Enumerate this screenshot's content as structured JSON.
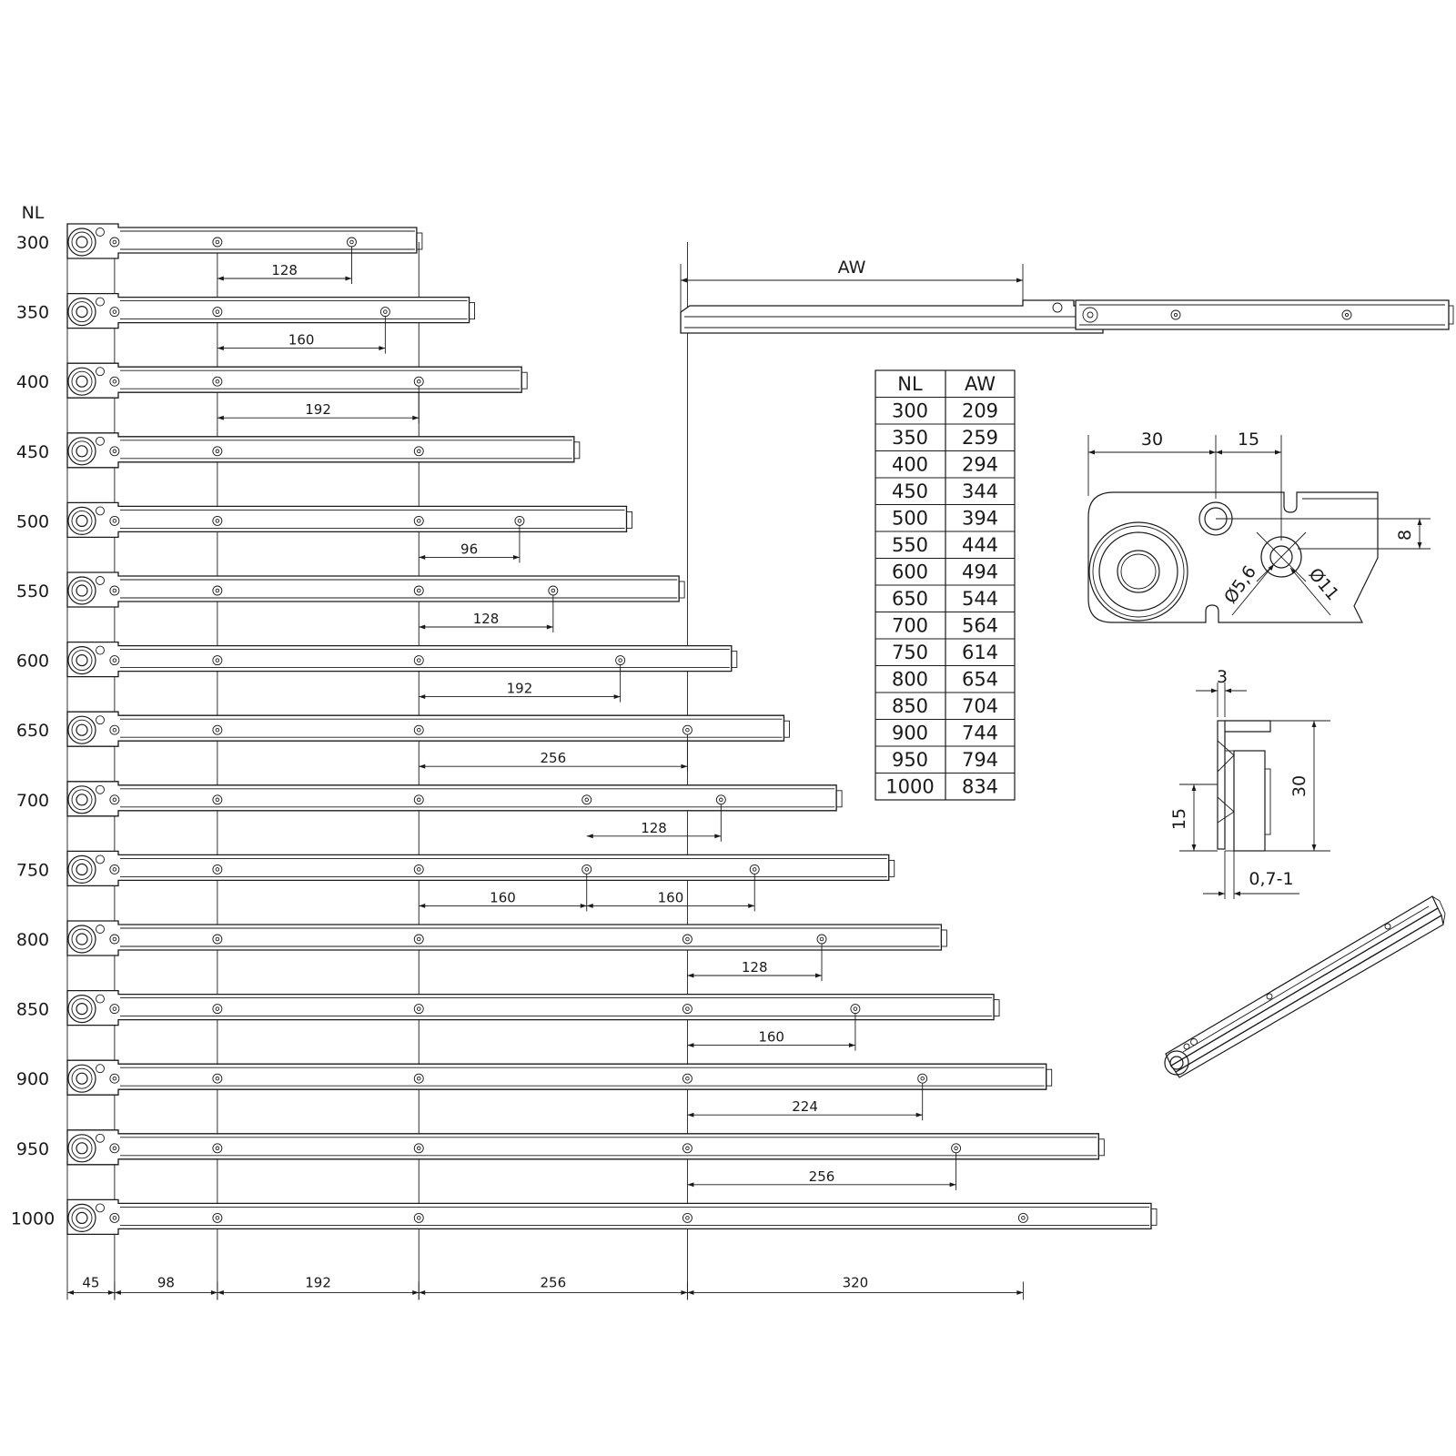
{
  "header": {
    "nl_label": "NL"
  },
  "rails": [
    {
      "nl": "300",
      "holes": [
        45,
        143,
        271
      ],
      "gaps": [
        {
          "from": 143,
          "to": 271,
          "label": "128"
        }
      ]
    },
    {
      "nl": "350",
      "holes": [
        45,
        143,
        303
      ],
      "gaps": [
        {
          "from": 143,
          "to": 303,
          "label": "160"
        }
      ]
    },
    {
      "nl": "400",
      "holes": [
        45,
        143,
        335
      ],
      "gaps": [
        {
          "from": 143,
          "to": 335,
          "label": "192"
        }
      ]
    },
    {
      "nl": "450",
      "holes": [
        45,
        143,
        335
      ],
      "gaps": []
    },
    {
      "nl": "500",
      "holes": [
        45,
        143,
        335,
        431
      ],
      "gaps": [
        {
          "from": 335,
          "to": 431,
          "label": "96"
        }
      ]
    },
    {
      "nl": "550",
      "holes": [
        45,
        143,
        335,
        463
      ],
      "gaps": [
        {
          "from": 335,
          "to": 463,
          "label": "128"
        }
      ]
    },
    {
      "nl": "600",
      "holes": [
        45,
        143,
        335,
        527
      ],
      "gaps": [
        {
          "from": 335,
          "to": 527,
          "label": "192"
        }
      ]
    },
    {
      "nl": "650",
      "holes": [
        45,
        143,
        335,
        591
      ],
      "gaps": [
        {
          "from": 335,
          "to": 591,
          "label": "256"
        }
      ]
    },
    {
      "nl": "700",
      "holes": [
        45,
        143,
        335,
        495,
        623
      ],
      "gaps": [
        {
          "from": 495,
          "to": 623,
          "label": "128"
        }
      ]
    },
    {
      "nl": "750",
      "holes": [
        45,
        143,
        335,
        495,
        655
      ],
      "gaps": [
        {
          "from": 335,
          "to": 495,
          "label": "160"
        },
        {
          "from": 495,
          "to": 655,
          "label": "160"
        }
      ]
    },
    {
      "nl": "800",
      "holes": [
        45,
        143,
        335,
        591,
        719
      ],
      "gaps": [
        {
          "from": 591,
          "to": 719,
          "label": "128"
        }
      ]
    },
    {
      "nl": "850",
      "holes": [
        45,
        143,
        335,
        591,
        751
      ],
      "gaps": [
        {
          "from": 591,
          "to": 751,
          "label": "160"
        }
      ]
    },
    {
      "nl": "900",
      "holes": [
        45,
        143,
        335,
        591,
        815
      ],
      "gaps": [
        {
          "from": 591,
          "to": 815,
          "label": "224"
        }
      ]
    },
    {
      "nl": "950",
      "holes": [
        45,
        143,
        335,
        591,
        847
      ],
      "gaps": [
        {
          "from": 591,
          "to": 847,
          "label": "256"
        }
      ]
    },
    {
      "nl": "1000",
      "holes": [
        45,
        143,
        335,
        591,
        911
      ],
      "gaps": []
    }
  ],
  "bottom_dims": [
    {
      "from": 0,
      "to": 45,
      "label": "45"
    },
    {
      "from": 45,
      "to": 143,
      "label": "98"
    },
    {
      "from": 143,
      "to": 335,
      "label": "192"
    },
    {
      "from": 335,
      "to": 591,
      "label": "256"
    },
    {
      "from": 591,
      "to": 911,
      "label": "320"
    }
  ],
  "aw_view": {
    "label": "AW"
  },
  "table": {
    "headers": [
      "NL",
      "AW"
    ],
    "rows": [
      [
        "300",
        "209"
      ],
      [
        "350",
        "259"
      ],
      [
        "400",
        "294"
      ],
      [
        "450",
        "344"
      ],
      [
        "500",
        "394"
      ],
      [
        "550",
        "444"
      ],
      [
        "600",
        "494"
      ],
      [
        "650",
        "544"
      ],
      [
        "700",
        "564"
      ],
      [
        "750",
        "614"
      ],
      [
        "800",
        "654"
      ],
      [
        "850",
        "704"
      ],
      [
        "900",
        "744"
      ],
      [
        "950",
        "794"
      ],
      [
        "1000",
        "834"
      ]
    ]
  },
  "detail_front": {
    "dim_30": "30",
    "dim_15": "15",
    "dim_8": "8",
    "dia_small": "Ø5,6",
    "dia_large": "Ø11"
  },
  "detail_side": {
    "dim_3": "3",
    "dim_30": "30",
    "dim_15": "15",
    "dim_gap": "0,7-1"
  }
}
